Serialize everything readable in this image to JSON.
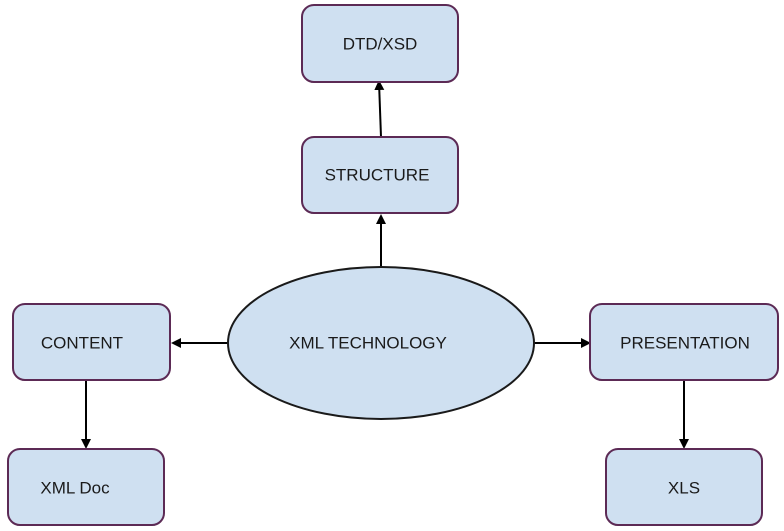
{
  "colors": {
    "node_fill": "#cfe0f1",
    "box_border": "#5c2a55",
    "ellipse_border": "#1a1a1a",
    "edge": "#000000"
  },
  "nodes": {
    "center": "XML TECHNOLOGY",
    "structure": "STRUCTURE",
    "dtd_xsd": "DTD/XSD",
    "content": "CONTENT",
    "xml_doc": "XML Doc",
    "presentation": "PRESENTATION",
    "xls": "XLS"
  },
  "edges": [
    {
      "from": "XML TECHNOLOGY",
      "to": "STRUCTURE"
    },
    {
      "from": "STRUCTURE",
      "to": "DTD/XSD"
    },
    {
      "from": "XML TECHNOLOGY",
      "to": "CONTENT"
    },
    {
      "from": "CONTENT",
      "to": "XML Doc"
    },
    {
      "from": "XML TECHNOLOGY",
      "to": "PRESENTATION"
    },
    {
      "from": "PRESENTATION",
      "to": "XLS"
    }
  ]
}
